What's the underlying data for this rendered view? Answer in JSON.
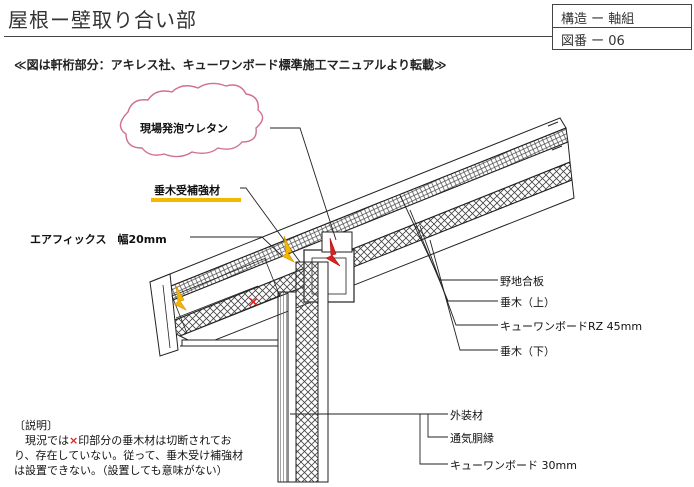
{
  "header": {
    "title": "屋根ー壁取り合い部",
    "category": "構造 ー 軸組",
    "figure_no": "図番 ー 06"
  },
  "caption": "≪図は軒桁部分：アキレス社、キューワンボード標準施工マニュアルより転載≫",
  "labels": {
    "urethane": "現場発泡ウレタン",
    "rafter_reinforce": "垂木受補強材",
    "airfix": "エアフィックス　幅20mm",
    "sheathing": "野地合板",
    "rafter_upper": "垂木（上）",
    "q1board_roof": "キューワンボードRZ 45mm",
    "rafter_lower": "垂木（下）",
    "exterior": "外装材",
    "furring": "通気胴縁",
    "q1board_wall": "キューワンボード 30mm"
  },
  "note": {
    "title": "〔説明〕",
    "line1_pre": "　現況では",
    "mark": "×",
    "line1_post": "印部分の垂木材は切断されてお",
    "line2": "り、存在していない。従って、垂木受け補強材",
    "line3": "は設置できない。（設置しても意味がない）"
  },
  "colors": {
    "arrow_red": "#e02020",
    "arrow_yellow": "#f5b800",
    "cloud_stroke": "#d07090",
    "line": "#222222"
  }
}
